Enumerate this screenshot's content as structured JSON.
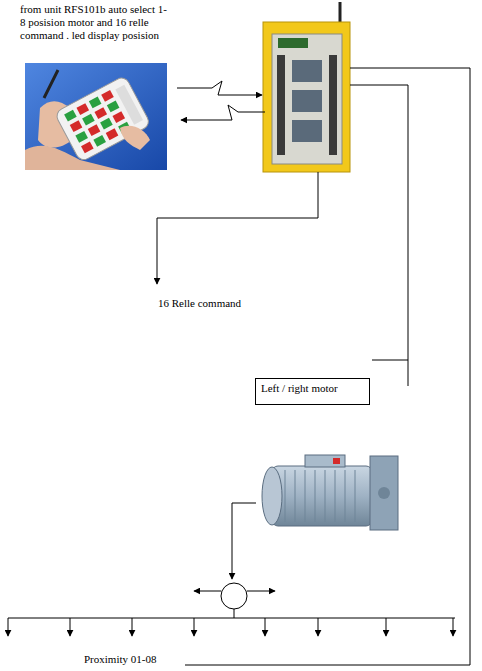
{
  "diagram": {
    "nodes": [
      {
        "text": [
          "Left / right motor"
        ]
      }
    ],
    "labels": [
      "from unit RFS101b auto select 1-8 posision motor and 16 relle command . led display posision",
      "16 Relle command",
      "Proximity 01-08"
    ]
  }
}
